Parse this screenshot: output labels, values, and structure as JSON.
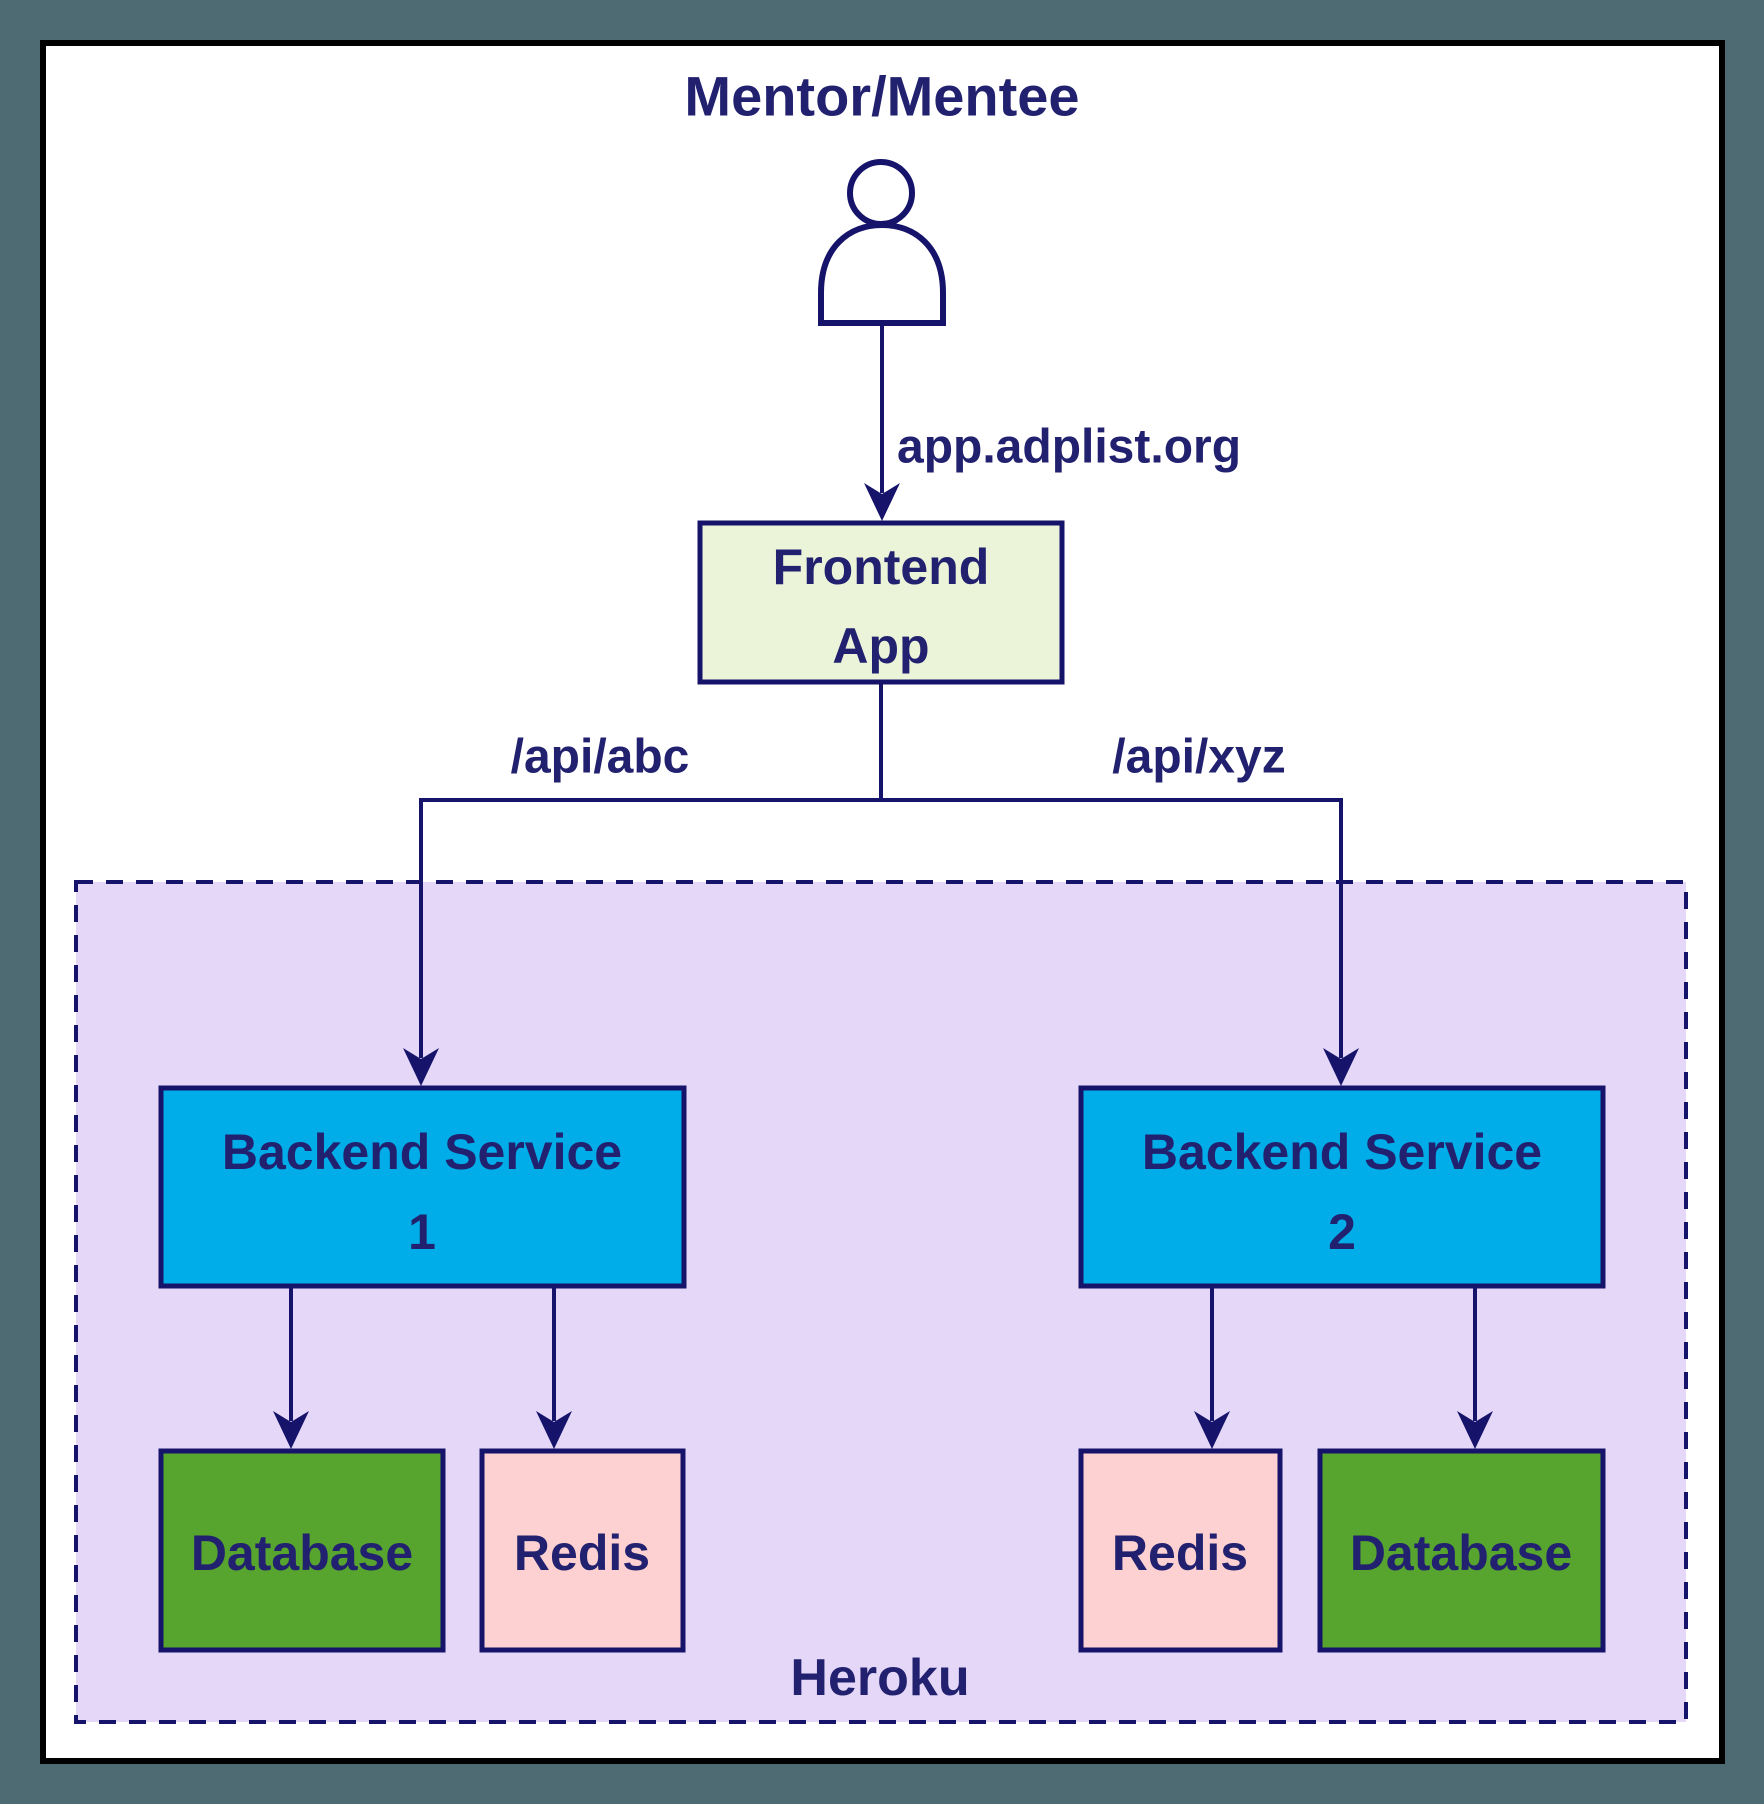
{
  "diagram": {
    "title": "Mentor/Mentee",
    "user": {
      "icon": "person-icon",
      "request_label": "app.adplist.org"
    },
    "frontend": {
      "label_line1": "Frontend",
      "label_line2": "App"
    },
    "routes": {
      "left": "/api/abc",
      "right": "/api/xyz"
    },
    "backend1": {
      "label_line1": "Backend Service",
      "label_line2": "1"
    },
    "backend2": {
      "label_line1": "Backend Service",
      "label_line2": "2"
    },
    "leaves": {
      "database1": "Database",
      "redis1": "Redis",
      "redis2": "Redis",
      "database2": "Database"
    },
    "platform": {
      "label": "Heroku"
    },
    "colors": {
      "outside_background": "#4e6a73",
      "canvas": "#ffffff",
      "frame_border": "#000000",
      "line_navy": "#16136a",
      "text_navy": "#22216f",
      "frontend_fill": "#ebf4d9",
      "backend_fill": "#00ade8",
      "database_fill": "#57a42f",
      "redis_fill": "#fdd1d1",
      "platform_fill": "#e5d7f8"
    }
  }
}
